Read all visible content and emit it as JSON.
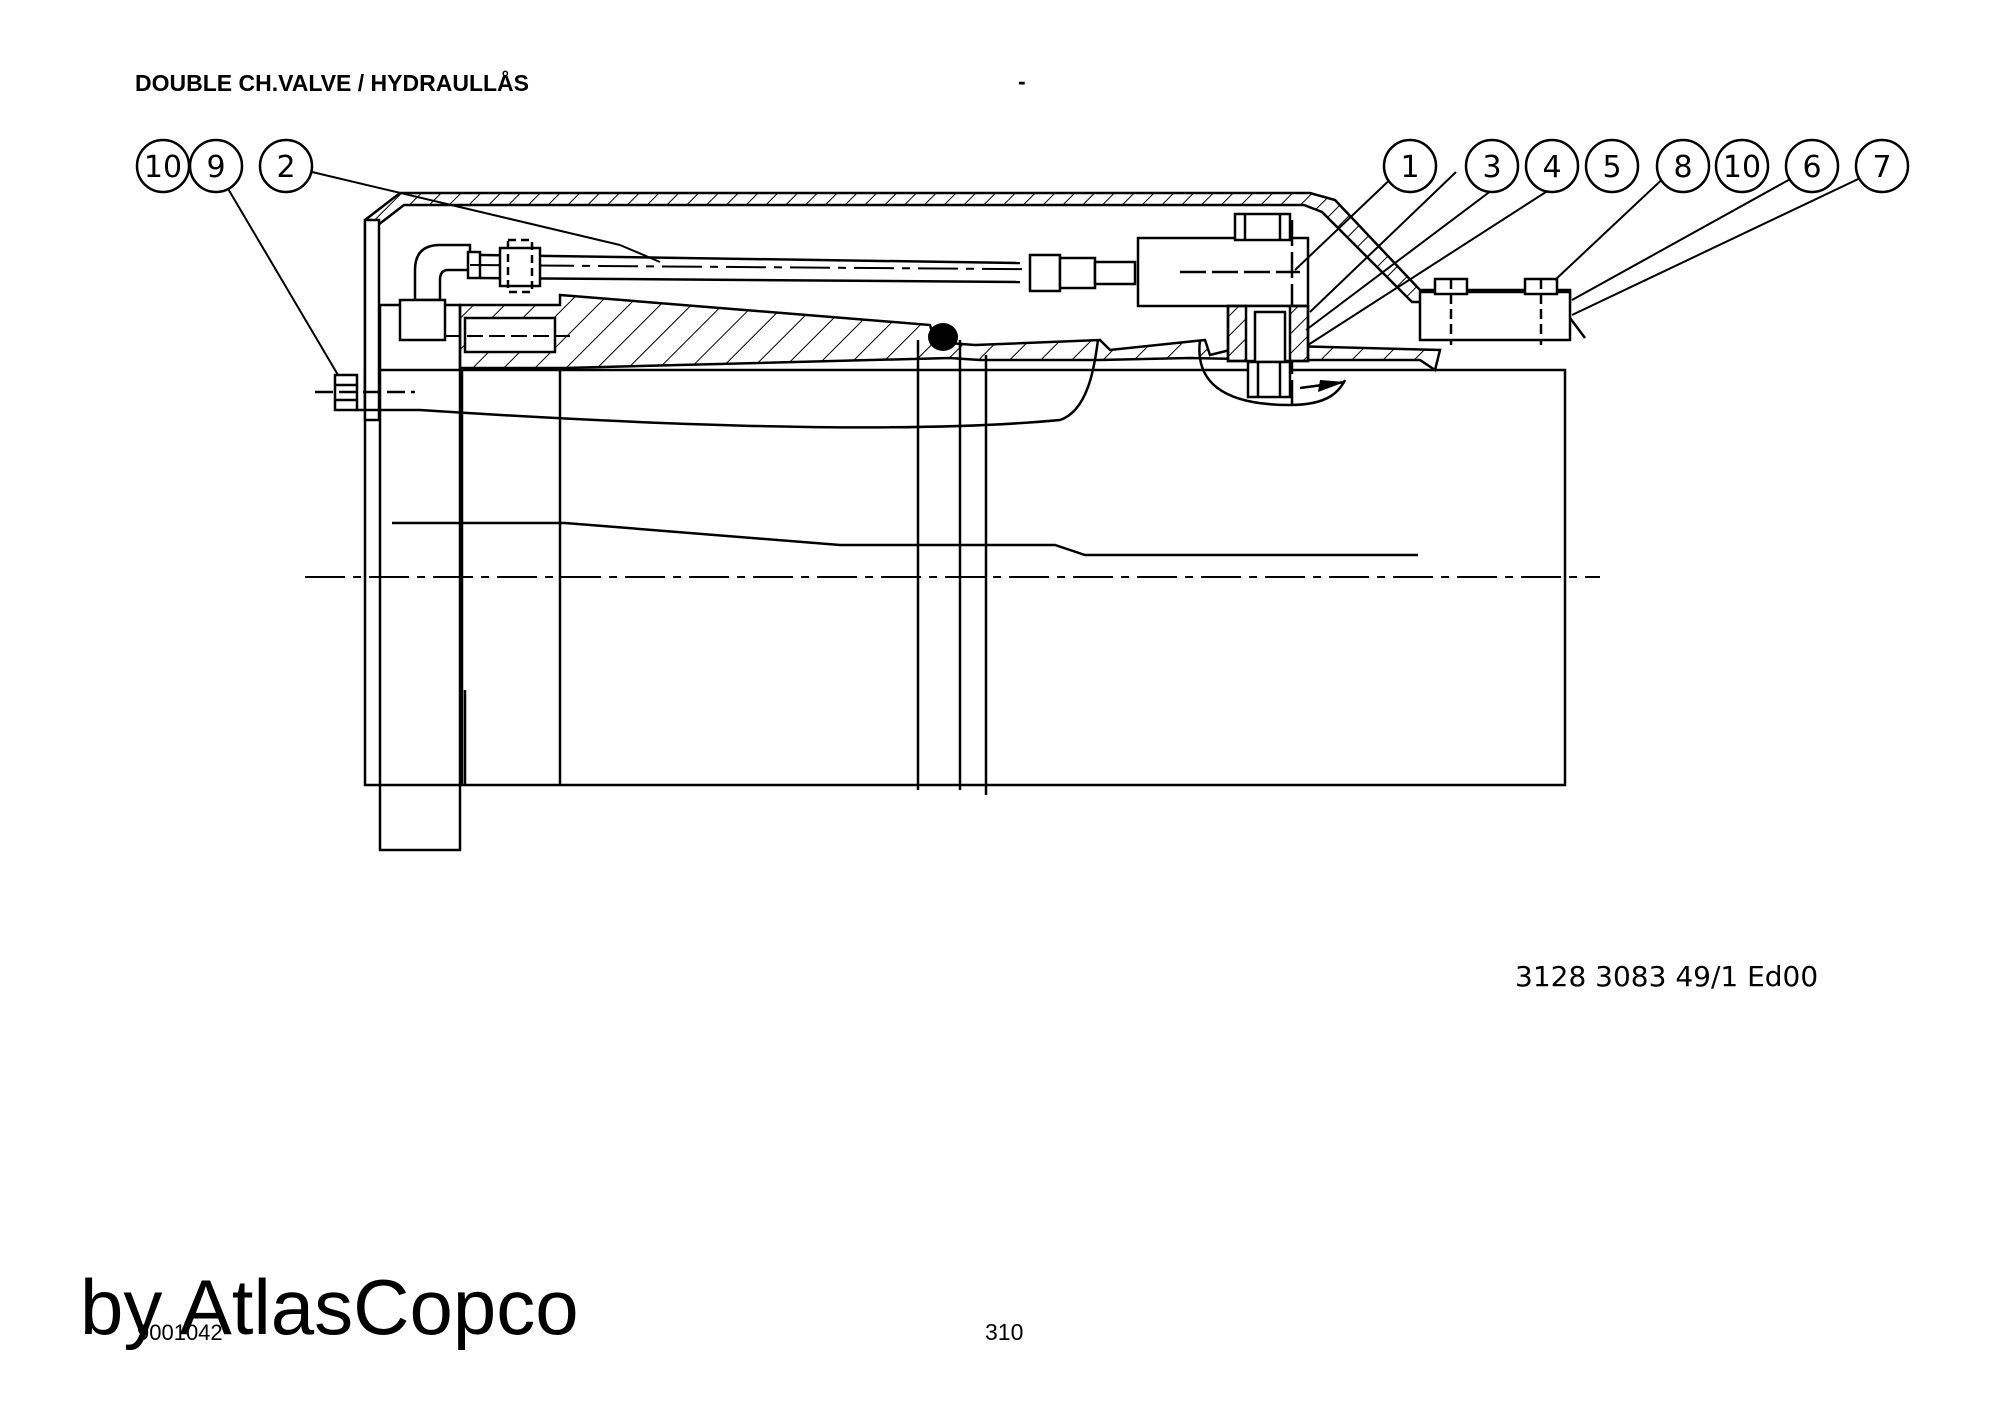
{
  "header": {
    "title": "DOUBLE CH.VALVE / HYDRAULLÅS",
    "dash": "-"
  },
  "callouts": {
    "left": [
      "10",
      "9",
      "2"
    ],
    "right": [
      "1",
      "3",
      "4",
      "5",
      "8",
      "10",
      "6",
      "7"
    ]
  },
  "drawing_number": "3128 3083 49/1  Ed00",
  "footer": {
    "code": "9001042",
    "page": "310",
    "watermark": "by AtlasCopco"
  }
}
